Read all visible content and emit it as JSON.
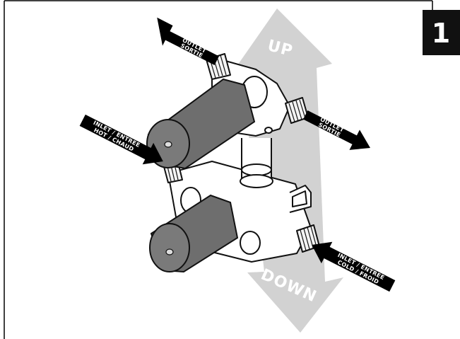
{
  "step_number": "1",
  "flow_labels": {
    "outlet_top": [
      "OUTLET",
      "SORTIE"
    ],
    "outlet_right": [
      "OUTLET",
      "SORTIE"
    ],
    "inlet_hot": [
      "INLET / ENTREE",
      "HOT / CHAUD"
    ],
    "inlet_cold": [
      "INLET / ENTREE",
      "COLD / FROID"
    ]
  },
  "direction": {
    "up": "UP",
    "down": "DOWN"
  },
  "colors": {
    "background": "#ffffff",
    "frame": "#000000",
    "direction_arrow": "#cfcfcf",
    "handle": "#6e6e6e",
    "flow_arrow": "#000000",
    "badge": "#111111"
  },
  "icons": {
    "direction_arrow": "double-arrow-up-down",
    "flow_arrow": "arrow",
    "handle": "cylindrical-handle"
  }
}
